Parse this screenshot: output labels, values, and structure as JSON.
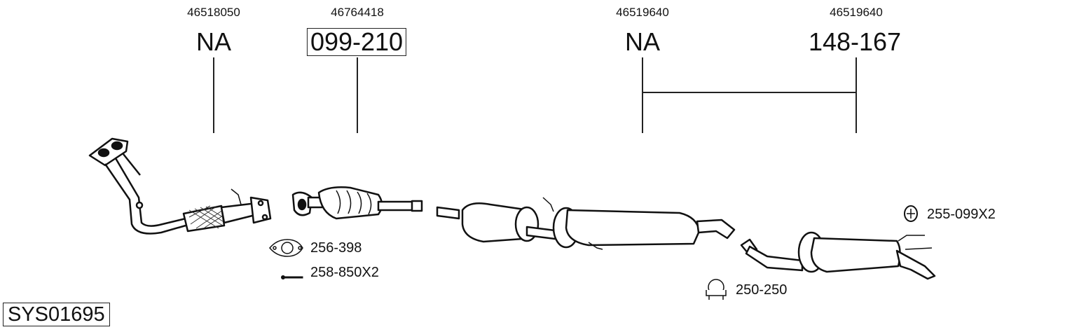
{
  "diagram": {
    "system_code": "SYS01695",
    "parts": [
      {
        "oem": "46518050",
        "ref": "NA",
        "boxed": false,
        "component": "front-pipe"
      },
      {
        "oem": "46764418",
        "ref": "099-210",
        "boxed": true,
        "component": "catalytic-converter"
      },
      {
        "oem": "46519640",
        "ref": "NA",
        "boxed": false,
        "component": "middle-silencer"
      },
      {
        "oem": "46519640",
        "ref": "148-167",
        "boxed": false,
        "component": "rear-silencer"
      }
    ],
    "accessories": [
      {
        "label": "256-398",
        "icon": "gasket-icon"
      },
      {
        "label": "258-850X2",
        "icon": "bolt-icon"
      },
      {
        "label": "250-250",
        "icon": "clamp-icon"
      },
      {
        "label": "255-099X2",
        "icon": "rubber-mount-icon"
      }
    ]
  }
}
